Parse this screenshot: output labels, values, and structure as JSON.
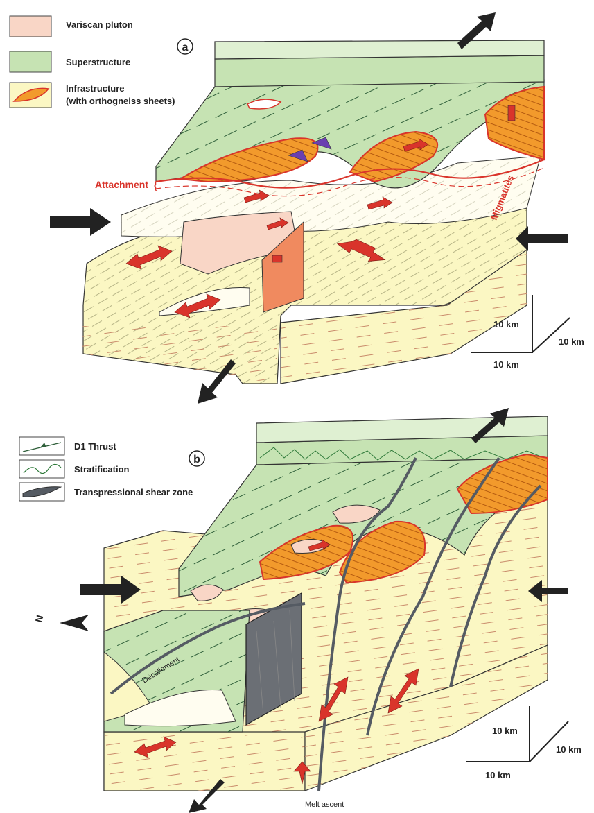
{
  "panel_a": {
    "label": "a",
    "legend": [
      {
        "key": "pluton",
        "text": "Variscan pluton",
        "color": "#f9d6c6"
      },
      {
        "key": "superstructure",
        "text": "Superstructure",
        "color": "#c6e3b3"
      },
      {
        "key": "infrastructure",
        "text_line1": "Infrastructure",
        "text_line2": "(with orthogneiss sheets)",
        "color": "#f29a2c"
      }
    ],
    "attachment_label": "Attachment",
    "migmatites_label": "Migmatites",
    "scale": {
      "vertical": "10 km",
      "depth": "10 km",
      "horizontal": "10 km"
    }
  },
  "panel_b": {
    "label": "b",
    "legend": [
      {
        "key": "thrust",
        "text": "D1 Thrust"
      },
      {
        "key": "stratification",
        "text": "Stratification"
      },
      {
        "key": "shear",
        "text": "Transpressional shear zone"
      }
    ],
    "decollement_label": "Décollement",
    "melt_label": "Melt ascent",
    "north_label": "N",
    "scale": {
      "vertical": "10 km",
      "depth": "10 km",
      "horizontal": "10 km"
    }
  },
  "colors": {
    "migmatite": "#fbf7c3",
    "superstructure": "#c6e3b3",
    "infrastructure": "#f29a2c",
    "pluton": "#f9d6c6",
    "arrow_red": "#d9342b",
    "shear": "#555b63"
  }
}
